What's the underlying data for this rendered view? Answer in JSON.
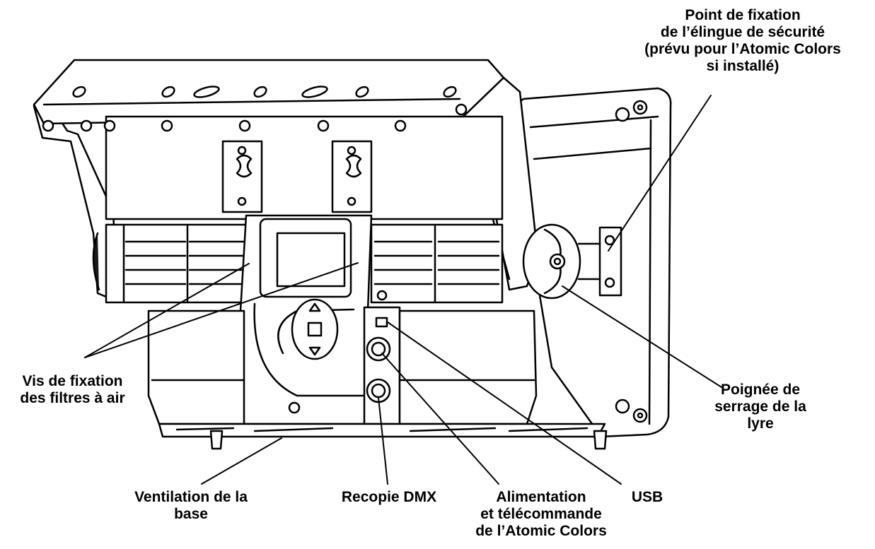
{
  "diagram": {
    "labels": {
      "safety_point": [
        "Point de fixation",
        "de l’élingue de sécurité",
        "(prévu pour l’Atomic Colors",
        "si installé)"
      ],
      "filter_screws": [
        "Vis de fixation",
        "des filtres à air"
      ],
      "yoke_handle": [
        "Poignée de",
        "serrage de la",
        "lyre"
      ],
      "base_vent": [
        "Ventilation de la",
        "base"
      ],
      "dmx_thru": [
        "Recopie DMX"
      ],
      "atomic_power": [
        "Alimentation",
        "et télécommande",
        "de l’Atomic Colors"
      ],
      "usb": [
        "USB"
      ]
    },
    "colors": {
      "line": "#000000",
      "fill": "#ffffff",
      "shade": "#1a1a1a"
    }
  }
}
